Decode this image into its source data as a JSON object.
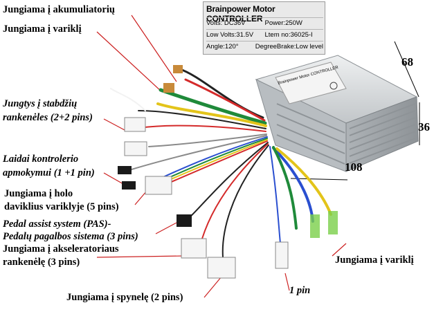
{
  "labels": {
    "battery": "Jungiama į akumuliatorių",
    "motor_top": "Jungiama į variklį",
    "brake_1": "Jungtys į stabdžių",
    "brake_2": "rankenėles (2+2 pins)",
    "learn_1": "Laidai kontrolerio",
    "learn_2": "apmokymui (1 +1 pin)",
    "hall_1": "Jungiama į holo",
    "hall_2": "daviklius variklyje (5 pins)",
    "pas_1": "Pedal assist system (PAS)-",
    "pas_2": "Pedalų pagalbos sistema (3 pins)",
    "throttle_1": "Jungiama į akseleratoriaus",
    "throttle_2": "rankenėlę (3 pins)",
    "lock": "Jungiama į spynelę (2 pins)",
    "motor_right": "Jungiama į variklį",
    "one_pin": "1 pin"
  },
  "spec_plate": {
    "title": "Brainpower Motor CONTROLLER",
    "volts": "Volts: DC36V",
    "power": "Power:250W",
    "low_volts": "Low Volts:31.5V",
    "item": "Ltem no:36025-I",
    "angle": "Angle:120°",
    "brake": "DegreeBrake:Low level"
  },
  "dimensions": {
    "height": "68",
    "depth": "36",
    "length": "108"
  },
  "colors": {
    "red_label": "#cc2020",
    "controller_body": "#c9cdd0",
    "wire_red": "#d42a2a",
    "wire_black": "#222222",
    "wire_green": "#1f8a3a",
    "wire_yellow": "#e3c41a",
    "wire_blue": "#2a4fd0",
    "wire_white": "#f2f2f2",
    "wire_grey": "#8a8a8a"
  }
}
